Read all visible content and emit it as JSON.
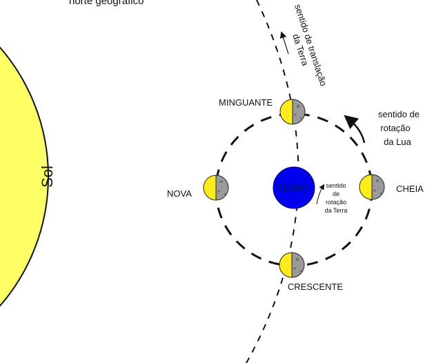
{
  "header_fragment": "norte geográfico",
  "sun": {
    "label": "Sol",
    "color": "#ffff66"
  },
  "earth": {
    "label": "TERRA",
    "color": "#0000ee"
  },
  "translation_label": {
    "line1": "sentido de translação",
    "line2": "da Terra"
  },
  "moon_rotation_label": {
    "line1": "sentido de",
    "line2": "rotação",
    "line3": "da Lua"
  },
  "earth_rotation_label": {
    "line1": "sentido",
    "line2": "de",
    "line3": "rotação",
    "line4": "da Terra"
  },
  "phases": {
    "minguante": "MINGUANTE",
    "nova": "NOVA",
    "cheia": "CHEIA",
    "crescente": "CRESCENTE"
  },
  "colors": {
    "moon_lit": "#ffec1a",
    "moon_dark": "#9a9a9a"
  }
}
